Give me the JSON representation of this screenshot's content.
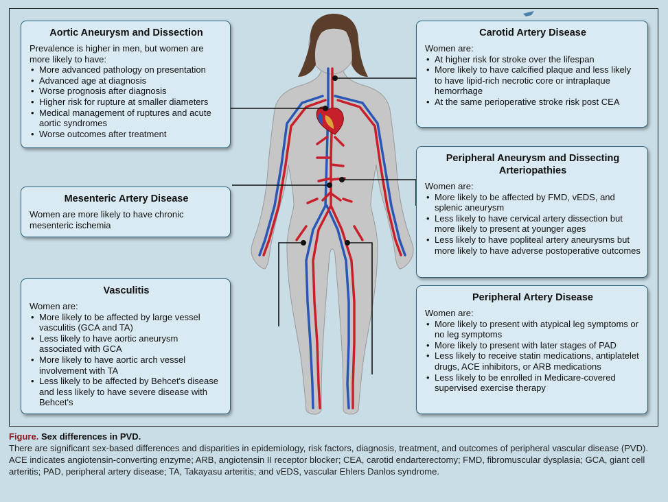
{
  "boxes": {
    "aortic": {
      "title": "Aortic Aneurysm and Dissection",
      "intro": "Prevalence is higher in men, but women are more likely to have:",
      "items": [
        "More advanced pathology on presentation",
        "Advanced age at diagnosis",
        "Worse prognosis after diagnosis",
        "Higher risk for rupture at smaller diameters",
        "Medical management of ruptures and acute aortic syndromes",
        "Worse outcomes after treatment"
      ]
    },
    "mesenteric": {
      "title": "Mesenteric Artery Disease",
      "intro": "Women are more likely to have chronic mesenteric ischemia"
    },
    "vasculitis": {
      "title": "Vasculitis",
      "intro": "Women  are:",
      "items": [
        "More likely to be affected by large vessel vasculitis (GCA and TA)",
        "Less likely to have aortic aneurysm associated with GCA",
        "More likely to have aortic arch vessel involvement with TA",
        "Less likely to be affected by Behcet's disease and less likely to have severe disease with Behcet's"
      ]
    },
    "carotid": {
      "title": "Carotid Artery Disease",
      "intro": "Women are:",
      "items": [
        "At higher risk for stroke over the lifespan",
        "More likely to have calcified plaque and less likely to have lipid-rich necrotic core or intraplaque hemorrhage",
        "At the same perioperative stroke risk post CEA"
      ]
    },
    "peripheral_aneurysm": {
      "title": "Peripheral Aneurysm and Dissecting Arteriopathies",
      "intro": "Women are:",
      "items": [
        "More likely to be affected by FMD, vEDS, and splenic aneurysm",
        "Less likely to have cervical artery dissection but more likely to present at younger ages",
        "Less likely to have popliteal artery aneurysms but more likely to have adverse postoperative outcomes"
      ]
    },
    "pad": {
      "title": "Peripheral Artery Disease",
      "intro": "Women are:",
      "items": [
        "More likely to present with atypical leg symptoms or no leg symptoms",
        "More likely to present with later stages of PAD",
        "Less likely to receive statin medications, antiplatelet drugs, ACE inhibitors, or ARB medications",
        "Less likely to be enrolled in Medicare-covered supervised exercise therapy"
      ]
    }
  },
  "caption": {
    "label": "Figure.",
    "title": "Sex differences in PVD.",
    "text": "There are significant sex-based differences and disparities in epidemiology, risk factors, diagnosis, treatment, and outcomes of peripheral vascular disease (PVD). ACE indicates angiotensin-converting enzyme; ARB, angiotensin II receptor blocker; CEA, carotid endarterectomy; FMD, fibromuscular dysplasia; GCA, giant cell arteritis; PAD, peripheral artery disease; TA, Takayasu arteritis; and vEDS, vascular Ehlers Danlos syndrome."
  },
  "colors": {
    "background": "#c9dde6",
    "box_fill": "#d9eaf2",
    "box_border": "#2d5f7a",
    "artery": "#c8202b",
    "vein": "#2a56b5",
    "body": "#c6c6c6",
    "hair": "#5a3d2b",
    "caption_label": "#8b1a1a"
  }
}
